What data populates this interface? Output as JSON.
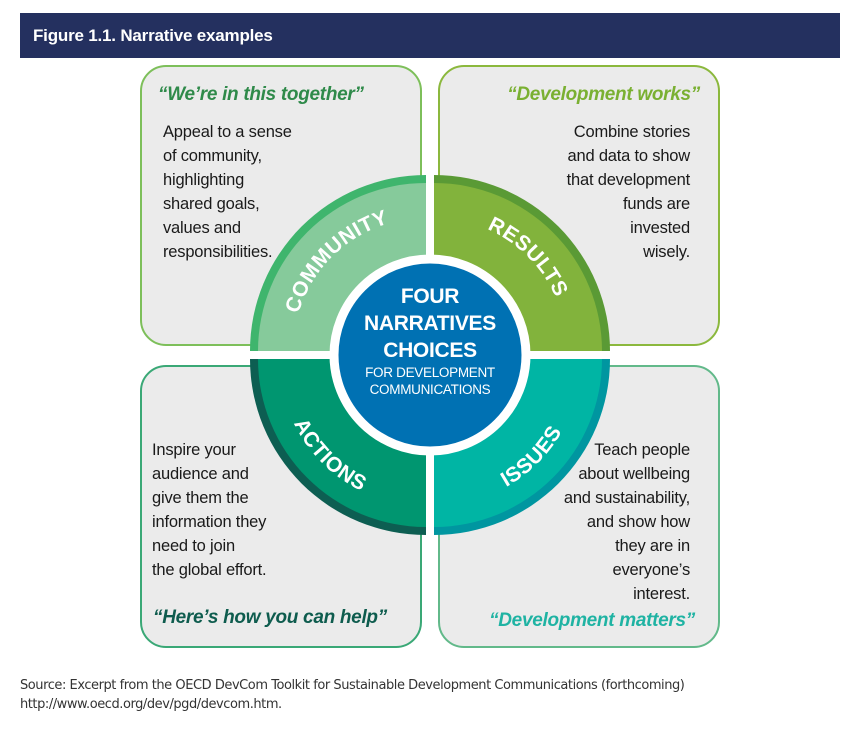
{
  "figure": {
    "title": "Figure 1.1. Narrative examples",
    "source": "Source: Excerpt from the OECD DevCom Toolkit for Sustainable Development Communications (forthcoming) http://www.oecd.org/dev/pgd/devcom.htm."
  },
  "center": {
    "line1": "FOUR",
    "line2": "NARRATIVES",
    "line3": "CHOICES",
    "sub1": "FOR DEVELOPMENT",
    "sub2": "COMMUNICATIONS",
    "color": "#0071b3"
  },
  "narratives": [
    {
      "id": "community",
      "segment_label": "COMMUNITY",
      "quote": "“We’re in this together”",
      "description": "Appeal to a sense\nof community,\nhighlighting\nshared goals,\nvalues and\nresponsibilities.",
      "fill_color": "#86ca9b",
      "rim_color": "#3fb56d",
      "quote_color": "#2f8a4a"
    },
    {
      "id": "results",
      "segment_label": "RESULTS",
      "quote": "“Development works”",
      "description": "Combine stories\nand data to show\nthat development\nfunds are\ninvested\nwisely.",
      "fill_color": "#82b33c",
      "rim_color": "#5a9a35",
      "quote_color": "#7ab032"
    },
    {
      "id": "actions",
      "segment_label": "ACTIONS",
      "quote": "“Here’s how you can help”",
      "description": "Inspire your\naudience and\ngive them the\ninformation they\nneed to join\nthe global effort.",
      "fill_color": "#009670",
      "rim_color": "#0d5e52",
      "quote_color": "#0e5c4e"
    },
    {
      "id": "issues",
      "segment_label": "ISSUES",
      "quote": "“Development matters”",
      "description": "Teach people\nabout wellbeing\nand sustainability,\nand show how\nthey are in\neveryone’s\ninterest.",
      "fill_color": "#00b5a4",
      "rim_color": "#0096a0",
      "quote_color": "#1fb3a3"
    }
  ]
}
